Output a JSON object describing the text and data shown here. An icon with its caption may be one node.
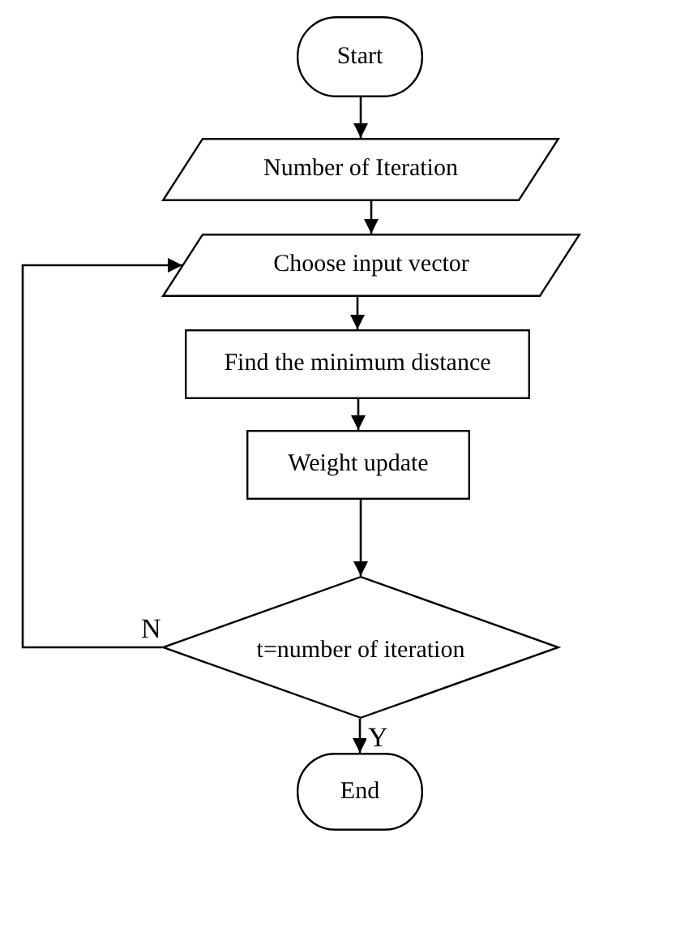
{
  "diagram": {
    "nodes": [
      {
        "text": [
          "Start"
        ]
      },
      {
        "text": [
          "Number of Iteration"
        ]
      },
      {
        "text": [
          "Choose input vector"
        ]
      },
      {
        "text": [
          "Find the minimum distance"
        ]
      },
      {
        "text": [
          "Weight update"
        ]
      },
      {
        "text": [
          "t=number of iteration"
        ]
      },
      {
        "text": [
          "End"
        ]
      }
    ],
    "edges": [
      {
        "from": 0,
        "to": 1,
        "arrow": "to"
      },
      {
        "from": 1,
        "to": 2,
        "arrow": "to"
      },
      {
        "from": 2,
        "to": 3,
        "arrow": "to"
      },
      {
        "from": 3,
        "to": 4,
        "arrow": "to"
      },
      {
        "from": 4,
        "to": 5,
        "arrow": "to"
      },
      {
        "from": 5,
        "to": 2,
        "arrow": "to",
        "label": "N"
      },
      {
        "from": 5,
        "to": 6,
        "arrow": "to",
        "label": "Y"
      }
    ]
  }
}
